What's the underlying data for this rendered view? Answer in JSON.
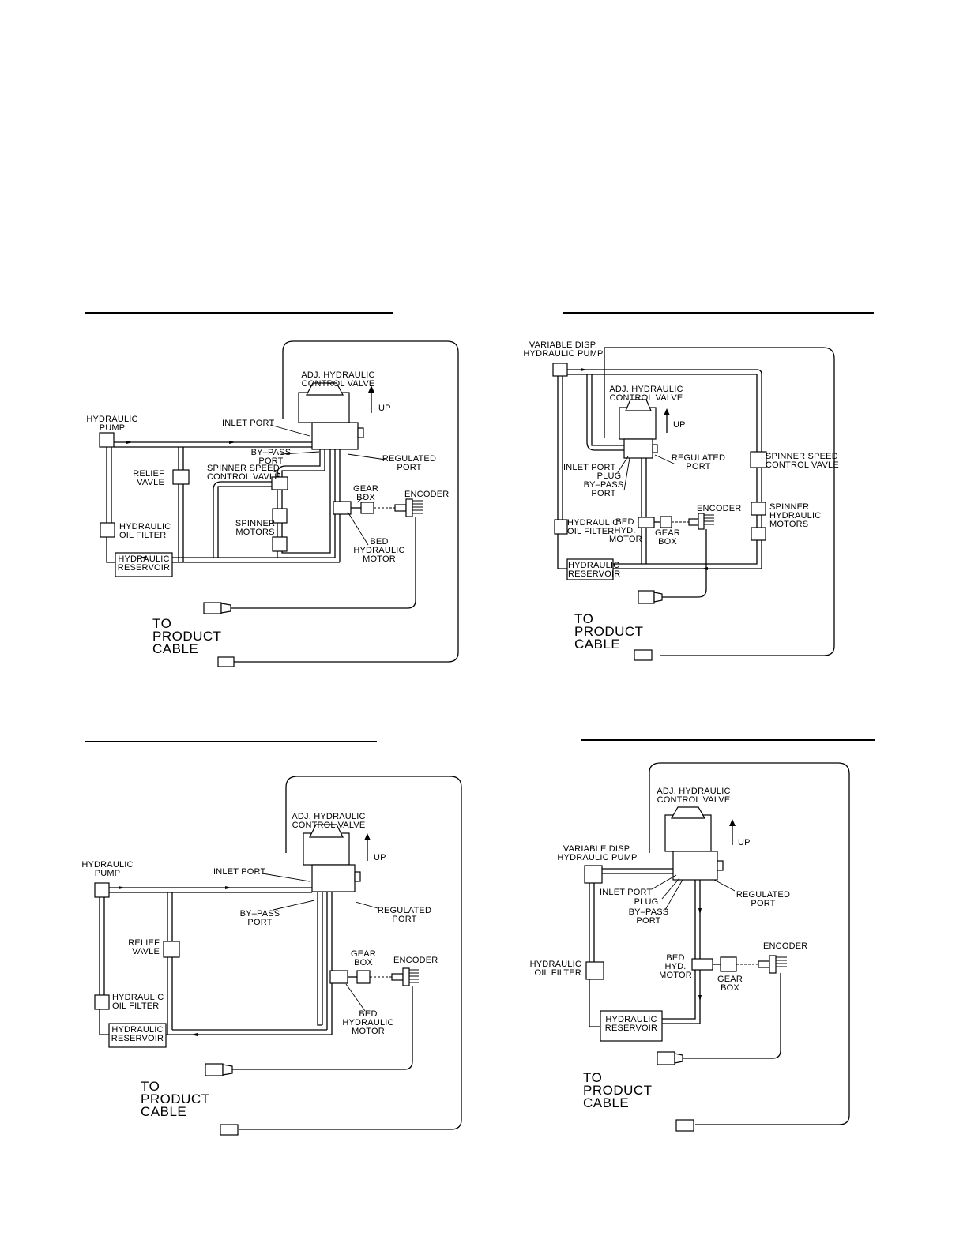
{
  "diagrams": [
    {
      "labels": {
        "valve": "ADJ. HYDRAULIC\nCONTROL VALVE",
        "up": "UP",
        "pump": "HYDRAULIC\nPUMP",
        "inlet": "INLET PORT",
        "bypass": "BY–PASS\nPORT",
        "regulated": "REGULATED\nPORT",
        "relief": "RELIEF\nVAVLE",
        "spinner_ctrl": "SPINNER SPEED\nCONTROL VAVLE",
        "gearbox": "GEAR\nBOX",
        "encoder": "ENCODER",
        "spinner_motors": "SPINNER\nMOTORS",
        "filter": "HYDRAULIC\nOIL FILTER",
        "reservoir": "HYDRAULIC\nRESERVOIR",
        "bed_motor": "BED\nHYDRAULIC\nMOTOR",
        "product": "TO\nPRODUCT\nCABLE"
      }
    },
    {
      "labels": {
        "pump": "VARIABLE DISP.\nHYDRAULIC PUMP",
        "valve": "ADJ. HYDRAULIC\nCONTROL VALVE",
        "up": "UP",
        "inlet": "INLET PORT",
        "plug": "PLUG",
        "bypass": "BY–PASS\nPORT",
        "regulated": "REGULATED\nPORT",
        "spinner_ctrl": "SPINNER SPEED\nCONTROL VAVLE",
        "spinner_motors": "SPINNER\nHYDRAULIC\nMOTORS",
        "encoder": "ENCODER",
        "filter": "HYDRAULIC\nOIL FILTER",
        "bed_motor": "BED\nHYD.\nMOTOR",
        "gearbox": "GEAR\nBOX",
        "reservoir": "HYDRAULIC\nRESERVOIR",
        "product": "TO\nPRODUCT\nCABLE"
      }
    },
    {
      "labels": {
        "valve": "ADJ. HYDRAULIC\nCONTROL VALVE",
        "up": "UP",
        "pump": "HYDRAULIC\nPUMP",
        "inlet": "INLET PORT",
        "bypass": "BY–PASS\nPORT",
        "regulated": "REGULATED\nPORT",
        "relief": "RELIEF\nVAVLE",
        "gearbox": "GEAR\nBOX",
        "encoder": "ENCODER",
        "filter": "HYDRAULIC\nOIL FILTER",
        "reservoir": "HYDRAULIC\nRESERVOIR",
        "bed_motor": "BED\nHYDRAULIC\nMOTOR",
        "product": "TO\nPRODUCT\nCABLE"
      }
    },
    {
      "labels": {
        "valve": "ADJ. HYDRAULIC\nCONTROL VALVE",
        "up": "UP",
        "pump": "VARIABLE DISP.\nHYDRAULIC PUMP",
        "inlet": "INLET PORT",
        "plug": "PLUG",
        "bypass": "BY–PASS\nPORT",
        "regulated": "REGULATED\nPORT",
        "encoder": "ENCODER",
        "filter": "HYDRAULIC\nOIL FILTER",
        "bed_motor": "BED\nHYD.\nMOTOR",
        "gearbox": "GEAR\nBOX",
        "reservoir": "HYDRAULIC\nRESERVOIR",
        "product": "TO\nPRODUCT\nCABLE"
      }
    }
  ]
}
